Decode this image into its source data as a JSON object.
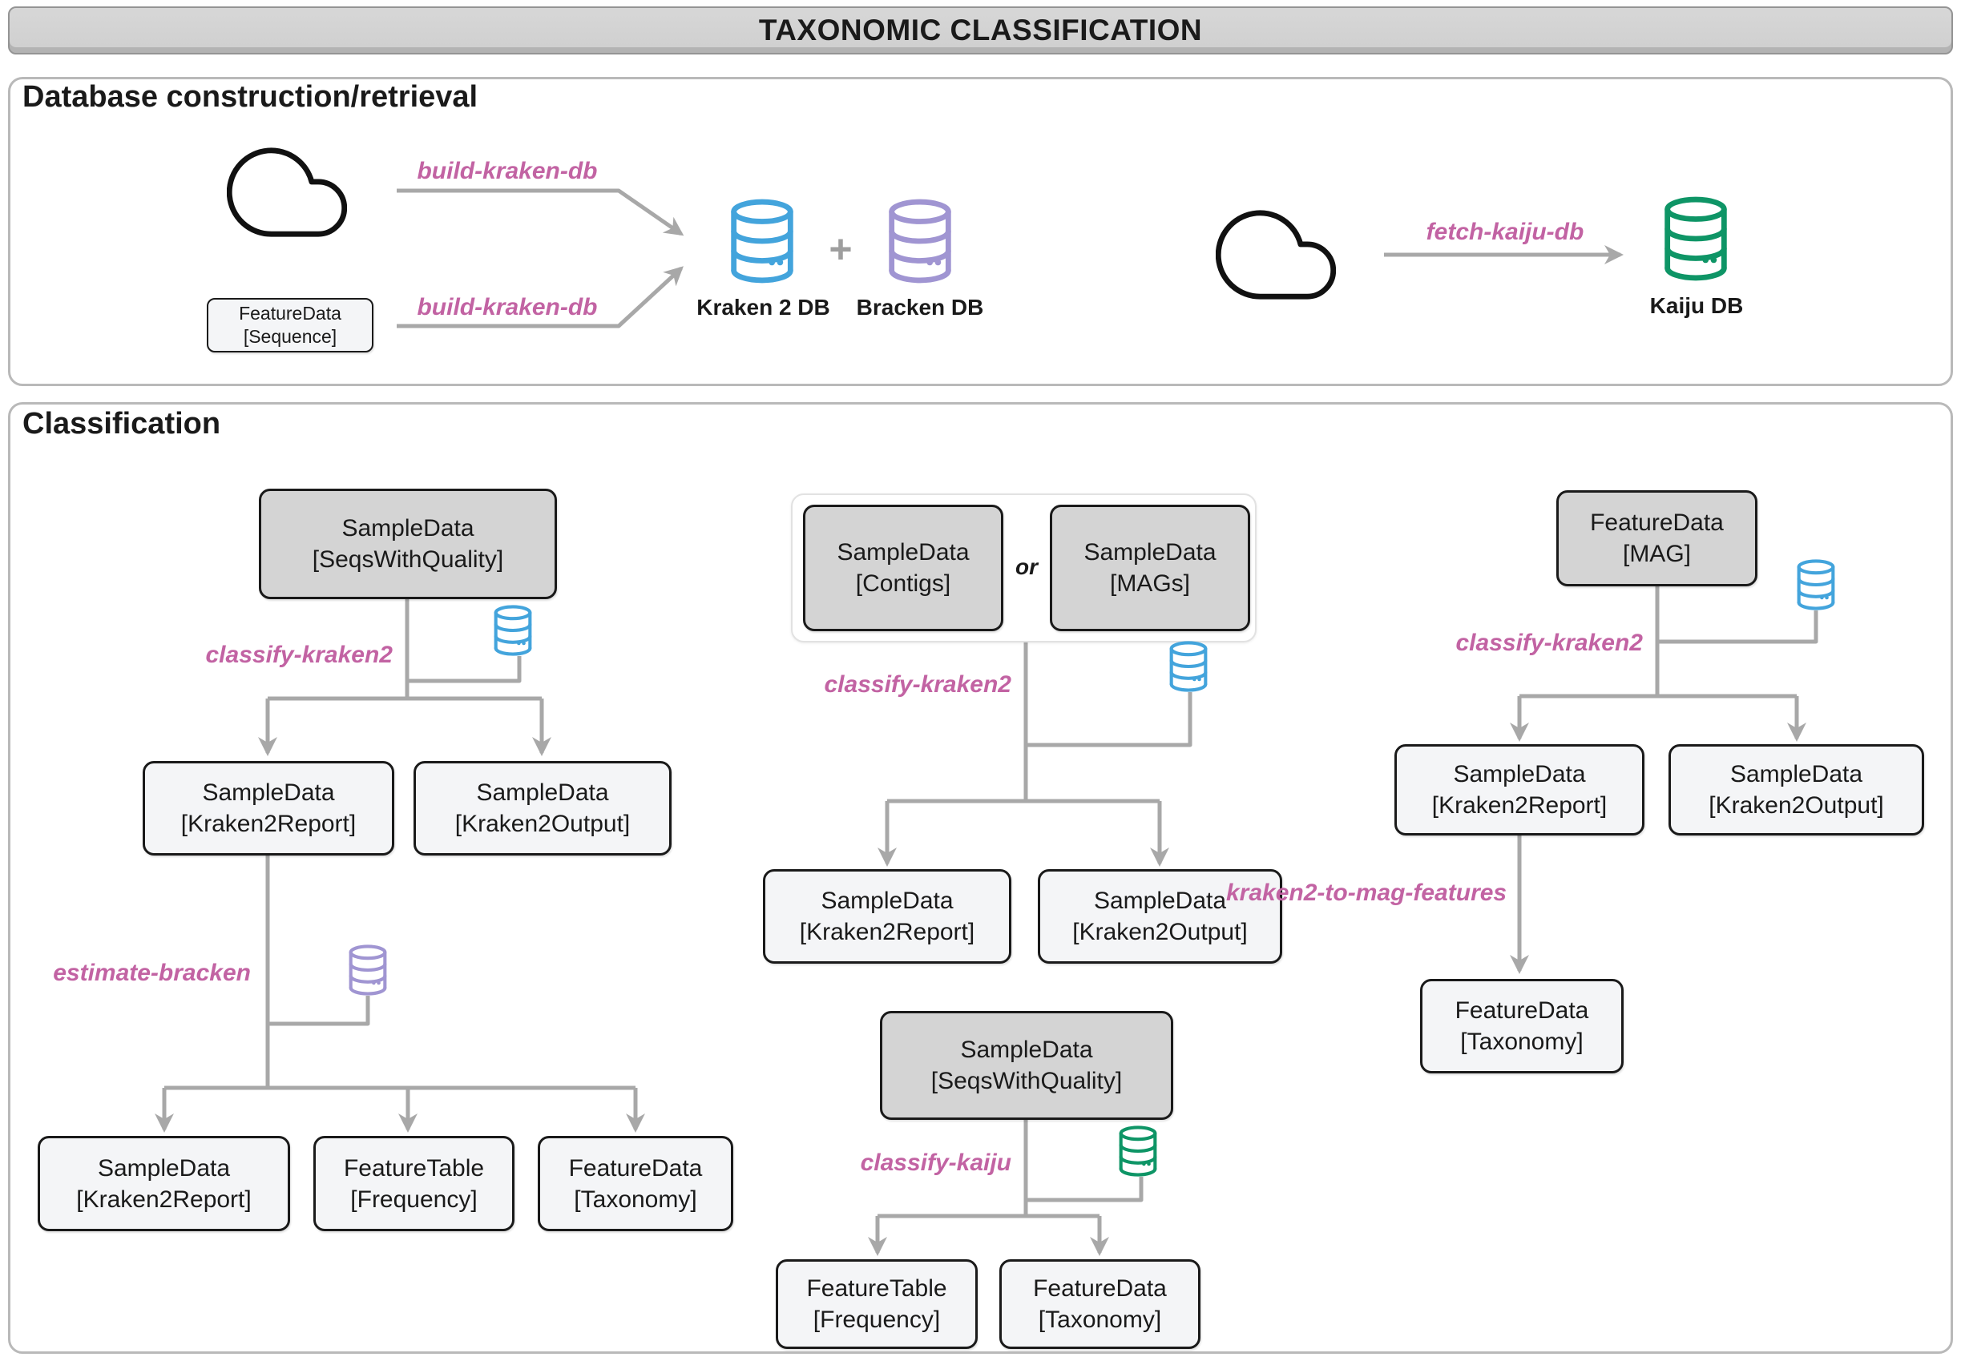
{
  "title": "TAXONOMIC CLASSIFICATION",
  "colors": {
    "line": "#a8a8a8",
    "pink": "#c263a3",
    "db_blue": "#43a4dc",
    "db_purple": "#a095d2",
    "db_green": "#0e9566",
    "node_gray": "#d4d4d4",
    "node_light": "#f4f5f7",
    "panel_border": "#b9b9b9",
    "title_bg": "#d2d2d2",
    "ink": "#1a1a1a",
    "plus_gray": "#9e9e9e"
  },
  "icons": {
    "cloud": "cloud-icon (remote source)",
    "database": "database-cylinder-icon"
  },
  "db": {
    "heading": "Database construction/retrieval",
    "build_top": "build-kraken-db",
    "build_bottom": "build-kraken-db",
    "fetch": "fetch-kaiju-db",
    "plus": "+",
    "seq": {
      "l1": "FeatureData",
      "l2": "[Sequence]"
    },
    "kraken": "Kraken 2 DB",
    "bracken": "Bracken DB",
    "kaiju": "Kaiju DB"
  },
  "cls": {
    "heading": "Classification",
    "left": {
      "input": {
        "l1": "SampleData",
        "l2": "[SeqsWithQuality]"
      },
      "action1": "classify-kraken2",
      "report": {
        "l1": "SampleData",
        "l2": "[Kraken2Report]"
      },
      "output": {
        "l1": "SampleData",
        "l2": "[Kraken2Output]"
      },
      "action2": "estimate-bracken",
      "report2": {
        "l1": "SampleData",
        "l2": "[Kraken2Report]"
      },
      "freq": {
        "l1": "FeatureTable",
        "l2": "[Frequency]"
      },
      "tax": {
        "l1": "FeatureData",
        "l2": "[Taxonomy]"
      }
    },
    "mid": {
      "contigs": {
        "l1": "SampleData",
        "l2": "[Contigs]"
      },
      "or": "or",
      "mags": {
        "l1": "SampleData",
        "l2": "[MAGs]"
      },
      "action1": "classify-kraken2",
      "report": {
        "l1": "SampleData",
        "l2": "[Kraken2Report]"
      },
      "output": {
        "l1": "SampleData",
        "l2": "[Kraken2Output]"
      },
      "seqs": {
        "l1": "SampleData",
        "l2": "[SeqsWithQuality]"
      },
      "action2": "classify-kaiju",
      "freq": {
        "l1": "FeatureTable",
        "l2": "[Frequency]"
      },
      "tax": {
        "l1": "FeatureData",
        "l2": "[Taxonomy]"
      }
    },
    "right": {
      "input": {
        "l1": "FeatureData",
        "l2": "[MAG]"
      },
      "action1": "classify-kraken2",
      "report": {
        "l1": "SampleData",
        "l2": "[Kraken2Report]"
      },
      "output": {
        "l1": "SampleData",
        "l2": "[Kraken2Output]"
      },
      "action2": "kraken2-to-mag-features",
      "tax": {
        "l1": "FeatureData",
        "l2": "[Taxonomy]"
      }
    }
  }
}
